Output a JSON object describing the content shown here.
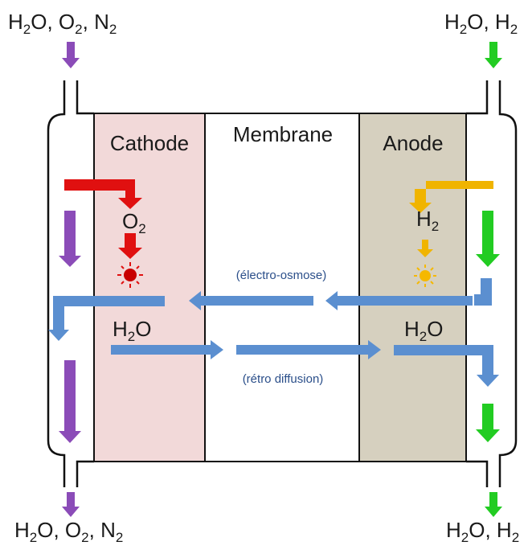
{
  "labels": {
    "inlet_left_main": "H",
    "inlet_left_sub": "2",
    "inlet_left_rest": "O, O",
    "inlet_left_sub2": "2",
    "inlet_left_tail": ", N",
    "inlet_left_sub3": "2",
    "inlet_right_main": "H",
    "inlet_right_sub": "2",
    "inlet_right_rest": "O, H",
    "inlet_right_sub2": "2",
    "outlet_left_main": "H",
    "outlet_left_sub": "2",
    "outlet_left_rest": "O, O",
    "outlet_left_sub2": "2",
    "outlet_left_tail": ", N",
    "outlet_left_sub3": "2",
    "outlet_right_main": "H",
    "outlet_right_sub": "2",
    "outlet_right_rest": "O, H",
    "outlet_right_sub2": "2"
  },
  "regions": {
    "cathode": "Cathode",
    "membrane": "Membrane",
    "anode": "Anode"
  },
  "species": {
    "o2_main": "O",
    "o2_sub": "2",
    "h2_main": "H",
    "h2_sub": "2",
    "h2o_left_main": "H",
    "h2o_left_sub": "2",
    "h2o_left_tail": "O",
    "h2o_right_main": "H",
    "h2o_right_sub": "2",
    "h2o_right_tail": "O"
  },
  "processes": {
    "electro_osmose": "(électro-osmose)",
    "retro_diffusion": "(rétro diffusion)"
  },
  "colors": {
    "cathode_fill": "#f2d9d9",
    "anode_fill": "#d6d0bf",
    "water_arrow": "#5b8fd0",
    "oxygen_arrow": "#e01010",
    "hydrogen_arrow": "#f0b400",
    "left_flow_arrow": "#8b4cb8",
    "right_flow_arrow": "#22cc22",
    "outline": "#111111"
  }
}
